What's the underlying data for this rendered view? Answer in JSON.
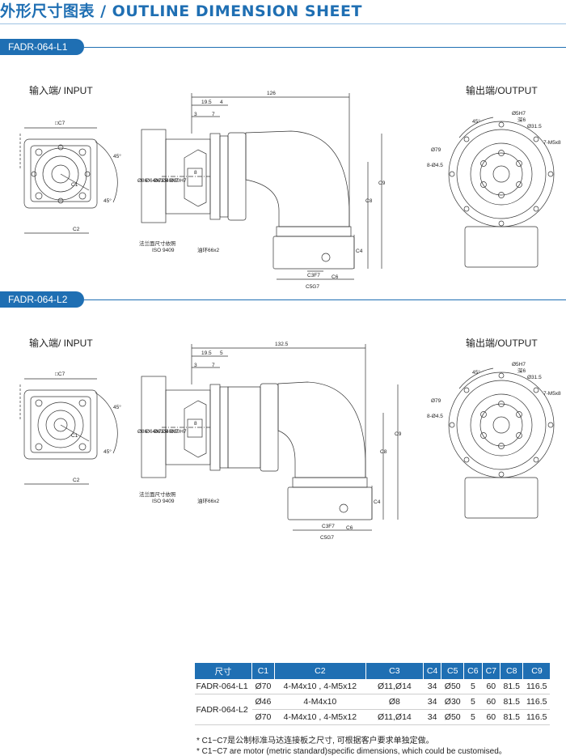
{
  "header": {
    "title": "外形尺寸图表 / OUTLINE DIMENSION SHEET"
  },
  "sections": [
    {
      "model": "FADR-064-L1",
      "input_label": "输入端/ INPUT",
      "output_label": "输出端/OUTPUT",
      "dims": {
        "overall": "126",
        "d1": "19.5",
        "d2": "4",
        "d3": "3",
        "d4": "7",
        "c7": "□C7",
        "c2": "C2",
        "c1": "C1",
        "a45": "45°",
        "phi86": "Ø86",
        "phi64": "Ø64h7",
        "phi632": "Ø63.2",
        "phi40": "Ø40H7",
        "phi20": "Ø20H7",
        "n8": "8",
        "c9": "C9",
        "c8": "C8",
        "c4": "C4",
        "c3": "C3F7",
        "c6": "C6",
        "c5": "C5G7",
        "flange_note_cn": "法兰面尺寸依照",
        "flange_note_iso": "ISO 9409",
        "oil_ring": "油环66x2",
        "out_phi5": "Ø5H7",
        "out_depth": "深6",
        "out_phi315": "Ø31.5",
        "out_m5": "7-M5x8",
        "out_phi79": "Ø79",
        "out_holes": "8-Ø4.5",
        "out_45": "45°"
      }
    },
    {
      "model": "FADR-064-L2",
      "input_label": "输入端/ INPUT",
      "output_label": "输出端/OUTPUT",
      "dims": {
        "overall": "132.5",
        "d1": "19.5",
        "d2": "5",
        "d3": "3",
        "d4": "7",
        "c7": "□C7",
        "c2": "C2",
        "c1": "C1",
        "a45": "45°",
        "phi86": "Ø86",
        "phi64": "Ø64h7",
        "phi632": "Ø63.2",
        "phi40": "Ø40H7",
        "phi20": "Ø20H7",
        "n8": "8",
        "c9": "C9",
        "c8": "C8",
        "c4": "C4",
        "c3": "C3F7",
        "c6": "C6",
        "c5": "C5G7",
        "flange_note_cn": "法兰面尺寸依照",
        "flange_note_iso": "ISO 9409",
        "oil_ring": "油环66x2",
        "out_phi5": "Ø5H7",
        "out_depth": "深6",
        "out_phi315": "Ø31.5",
        "out_m5": "7-M5x8",
        "out_phi79": "Ø79",
        "out_holes": "8-Ø4.5",
        "out_45": "45°"
      }
    }
  ],
  "table": {
    "headers": [
      "尺寸",
      "C1",
      "C2",
      "C3",
      "C4",
      "C5",
      "C6",
      "C7",
      "C8",
      "C9"
    ],
    "rows": [
      {
        "model": "FADR-064-L1",
        "c1": "Ø70",
        "c2": "4-M4x10 , 4-M5x12",
        "c3": "Ø11,Ø14",
        "c4": "34",
        "c5": "Ø50",
        "c6": "5",
        "c7": "60",
        "c8": "81.5",
        "c9": "116.5"
      },
      {
        "model": "FADR-064-L2",
        "c1": "Ø46",
        "c2": "4-M4x10",
        "c3": "Ø8",
        "c4": "34",
        "c5": "Ø30",
        "c6": "5",
        "c7": "60",
        "c8": "81.5",
        "c9": "116.5"
      },
      {
        "model": "",
        "c1": "Ø70",
        "c2": "4-M4x10 , 4-M5x12",
        "c3": "Ø11,Ø14",
        "c4": "34",
        "c5": "Ø50",
        "c6": "5",
        "c7": "60",
        "c8": "81.5",
        "c9": "116.5"
      }
    ]
  },
  "footnotes": {
    "cn": "* C1~C7是公制标准马达连接板之尺寸, 可根据客户要求单独定做。",
    "en": "* C1~C7 are motor (metric standard)specific dimensions, which could be customised。"
  },
  "colors": {
    "accent": "#1f6fb3",
    "line": "#333333"
  }
}
